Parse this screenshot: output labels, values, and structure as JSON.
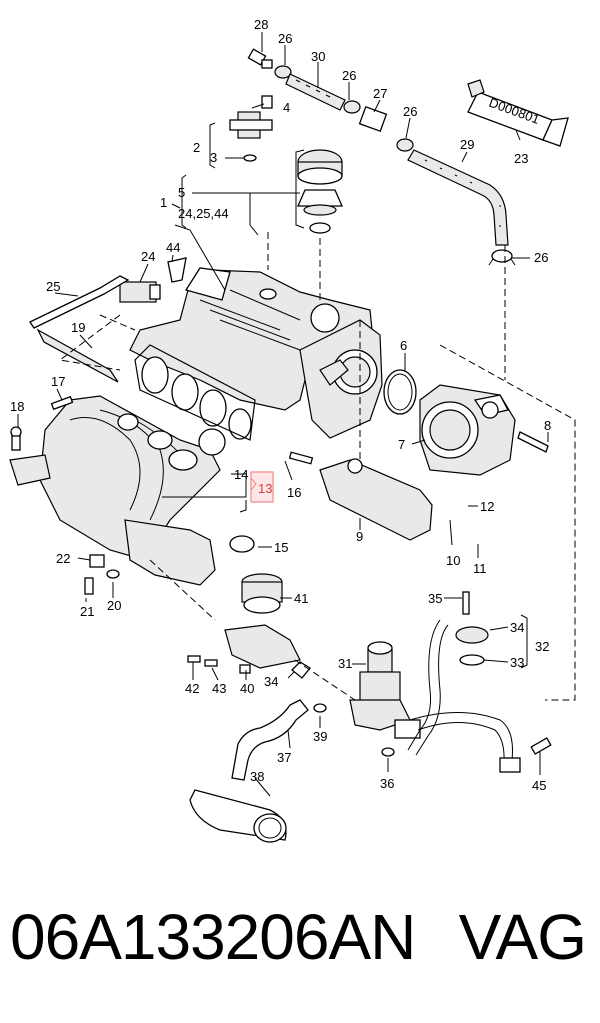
{
  "diagram": {
    "callouts": [
      "28",
      "26",
      "30",
      "26",
      "27",
      "26",
      "4",
      "2",
      "3",
      "5",
      "1",
      "24,25,44",
      "29",
      "23",
      "26",
      "44",
      "24",
      "25",
      "19",
      "6",
      "17",
      "18",
      "8",
      "7",
      "14",
      "13",
      "16",
      "12",
      "9",
      "10",
      "11",
      "22",
      "15",
      "41",
      "21",
      "20",
      "35",
      "34",
      "32",
      "33",
      "31",
      "42",
      "43",
      "40",
      "34",
      "39",
      "37",
      "36",
      "38",
      "45"
    ],
    "tube_label": "D000801",
    "highlighted_callout": "13"
  },
  "footer": {
    "part_number": "06A133206AN",
    "brand": "VAG"
  }
}
